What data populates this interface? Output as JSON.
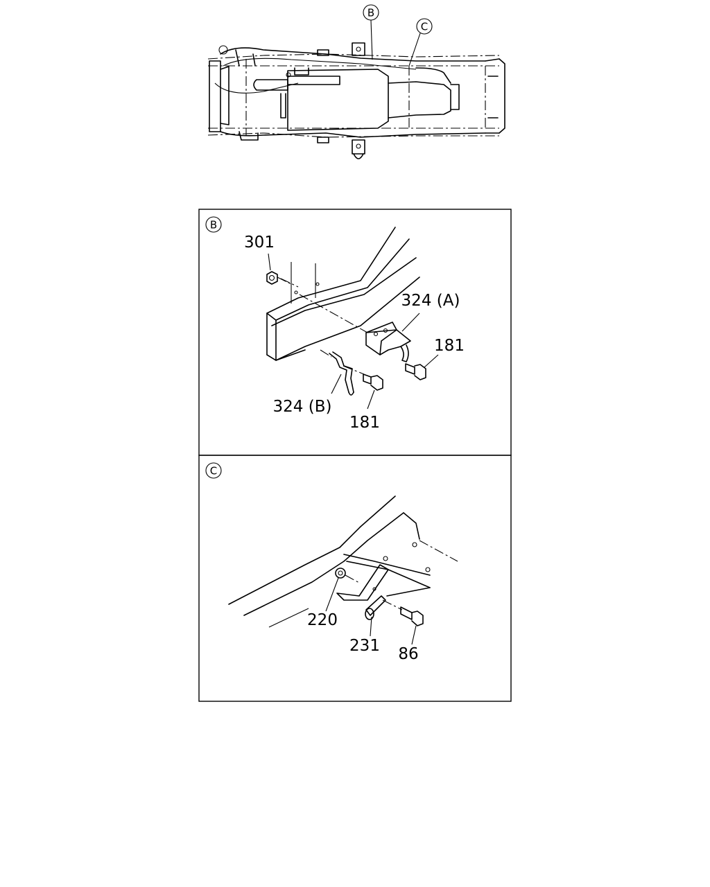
{
  "overview": {
    "callout_b": "B",
    "callout_c": "C"
  },
  "panel_b": {
    "marker": "B",
    "labels": {
      "p301": "301",
      "p324a": "324 (A)",
      "p181_right": "181",
      "p324b": "324 (B)",
      "p181_bottom": "181"
    }
  },
  "panel_c": {
    "marker": "C",
    "labels": {
      "p220": "220",
      "p231": "231",
      "p86": "86"
    }
  }
}
